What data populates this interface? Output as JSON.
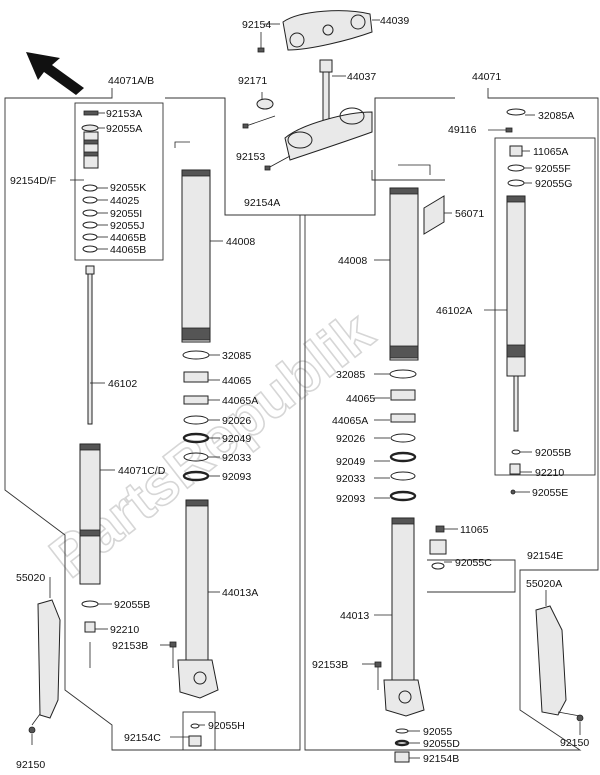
{
  "watermark": "PartsRepublik",
  "labels": {
    "p92154": "92154",
    "p44039": "44039",
    "p92171": "92171",
    "p44037": "44037",
    "p92153": "92153",
    "p92154A": "92154A",
    "p44071AB": "44071A/B",
    "p44071": "44071",
    "p92153A": "92153A",
    "p92055A": "92055A",
    "p92154DF": "92154D/F",
    "p92055K": "92055K",
    "p44025": "44025",
    "p92055I": "92055I",
    "p92055J": "92055J",
    "p44065B_1": "44065B",
    "p44065B_2": "44065B",
    "L44008": "44008",
    "L32085": "32085",
    "L44065": "44065",
    "L44065A": "44065A",
    "L92026": "92026",
    "L92049": "92049",
    "L92033": "92033",
    "L92093": "92093",
    "p46102": "46102",
    "p44071CD": "44071C/D",
    "p44013A": "44013A",
    "p55020": "55020",
    "p92055B_L": "92055B",
    "p92210_L": "92210",
    "p92153B_L": "92153B",
    "p92154C": "92154C",
    "p92055H": "92055H",
    "p92150_L": "92150",
    "R44008": "44008",
    "R32085": "32085",
    "R44065": "44065",
    "R44065A": "44065A",
    "R92026": "92026",
    "R92049": "92049",
    "R92033": "92033",
    "R92093": "92093",
    "p56071": "56071",
    "p32085A": "32085A",
    "p49116": "49116",
    "p11065A": "11065A",
    "p92055F": "92055F",
    "p92055G": "92055G",
    "p46102A": "46102A",
    "p92055B_R": "92055B",
    "p92210_R": "92210",
    "p92055E": "92055E",
    "p11065": "11065",
    "p92154E": "92154E",
    "p92055C": "92055C",
    "p55020A": "55020A",
    "p44013": "44013",
    "p92153B_R": "92153B",
    "p92055": "92055",
    "p92055D": "92055D",
    "p92154B": "92154B",
    "p92150_R": "92150"
  }
}
